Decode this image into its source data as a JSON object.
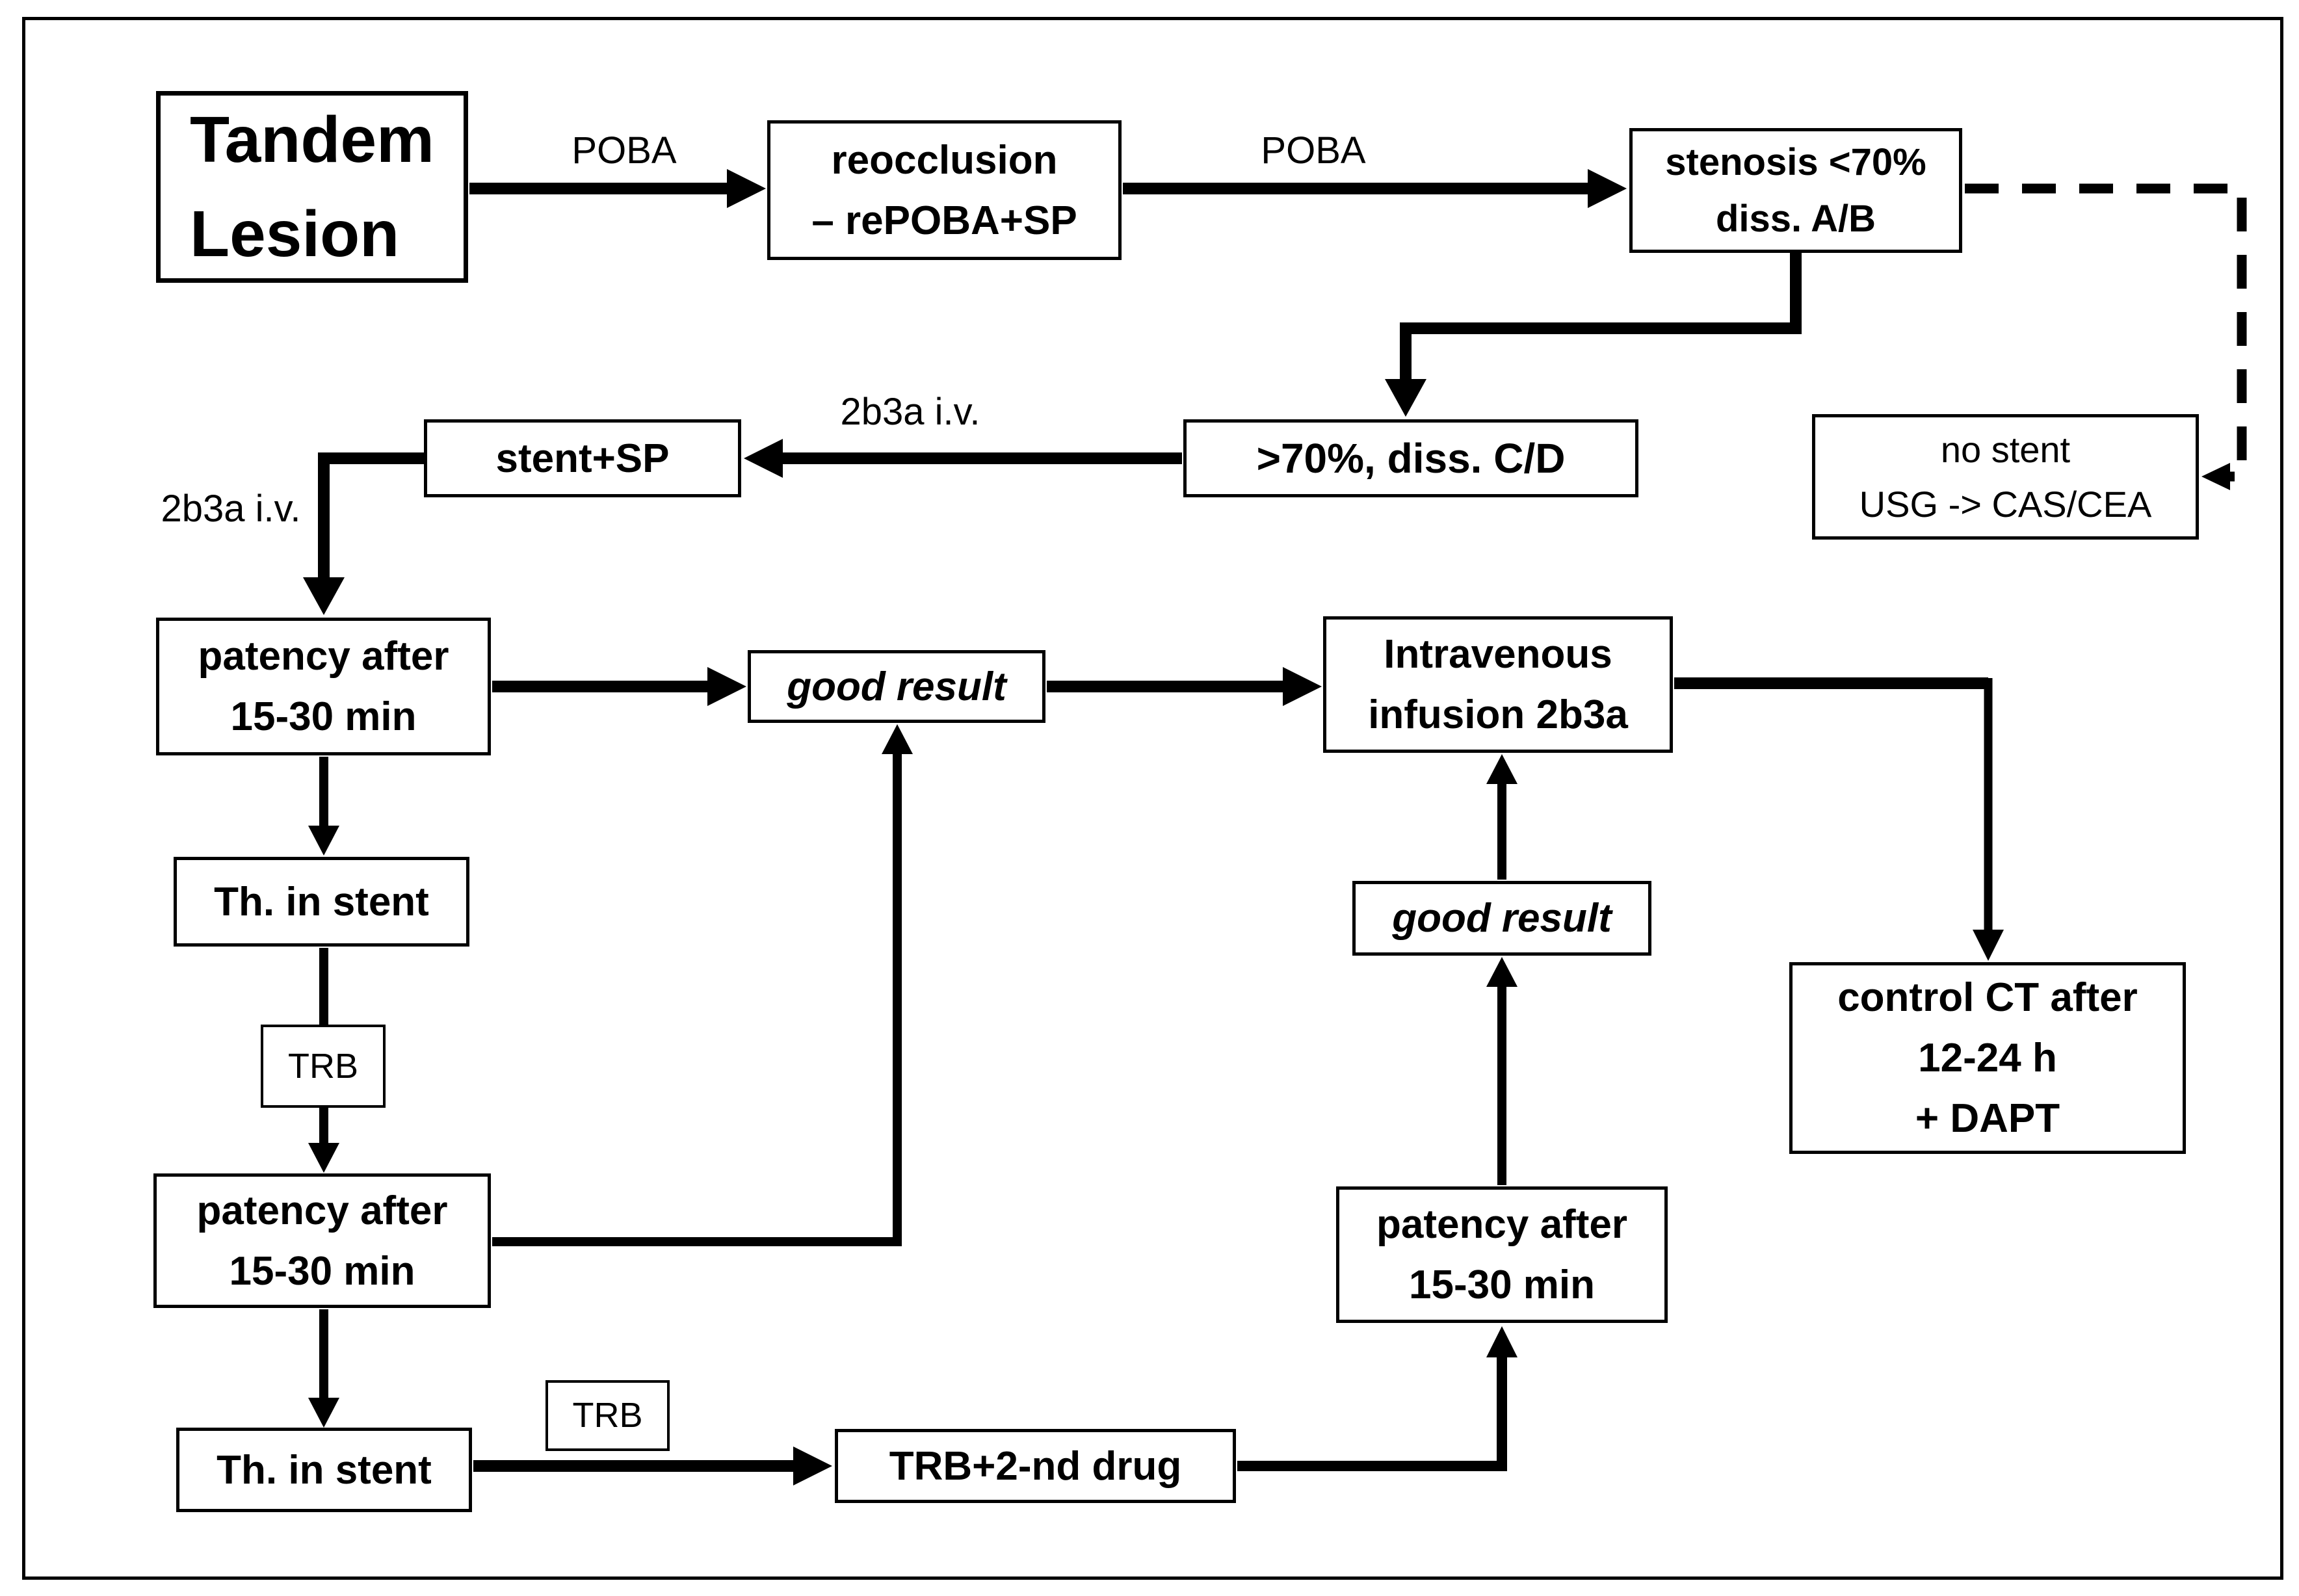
{
  "nodes": {
    "tandem": "Tandem\nLesion",
    "reocclusion": "reocclusion\n– rePOBA+SP",
    "stenosis": "stenosis <70%\ndiss. A/B",
    "no_stent": "no stent\nUSG -> CAS/CEA",
    "stent_sp": "stent+SP",
    "gt70": ">70%, diss. C/D",
    "patency1": "patency after\n15-30 min",
    "good_result1": "good result",
    "infusion": "Intravenous\ninfusion 2b3a",
    "th_in_stent1": "Th. in stent",
    "trb1": "TRB",
    "patency2": "patency after\n15-30 min",
    "good_result2": "good result",
    "control_ct": "control CT after\n12-24 h\n+ DAPT",
    "patency3": "patency after\n15-30 min",
    "th_in_stent2": "Th. in stent",
    "trb2": "TRB",
    "trb_2nd_drug": "TRB+2-nd drug"
  },
  "edge_labels": {
    "poba_1": "POBA",
    "poba_2": "POBA",
    "iv_2b3a_1": "2b3a i.v.",
    "iv_2b3a_2": "2b3a i.v."
  },
  "colors": {
    "line": "#000000",
    "background": "#ffffff"
  }
}
